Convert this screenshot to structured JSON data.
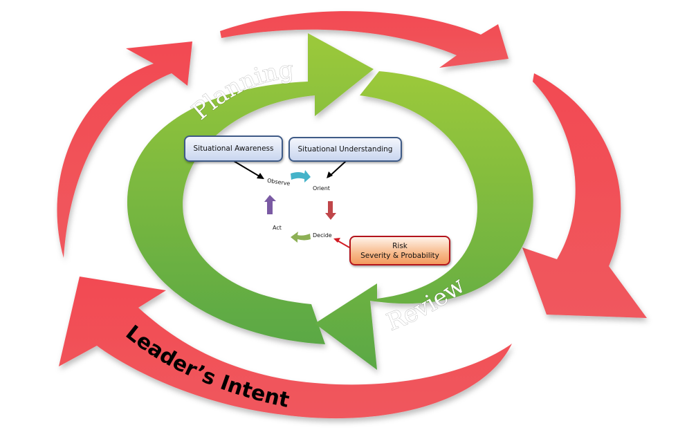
{
  "diagram": {
    "outer_cycle": {
      "label": "Leader’s Intent",
      "color": "#f2464f"
    },
    "inner_cycle": {
      "top_label": "Planning",
      "bottom_label": "Review",
      "color_top": "#8fc43c",
      "color_bottom": "#5fae44"
    },
    "inputs": {
      "situational_awareness": "Situational Awareness",
      "situational_understanding": "Situational Understanding"
    },
    "ooda": {
      "observe": "Observe",
      "orient": "Orient",
      "decide": "Decide",
      "act": "Act",
      "colors": {
        "observe_to_orient": "#45b3c9",
        "orient_to_decide": "#c0464a",
        "decide_to_act": "#8db055",
        "act_to_observe": "#7a5aa3"
      }
    },
    "risk": {
      "title": "Risk",
      "subtitle": "Severity & Probability"
    }
  }
}
